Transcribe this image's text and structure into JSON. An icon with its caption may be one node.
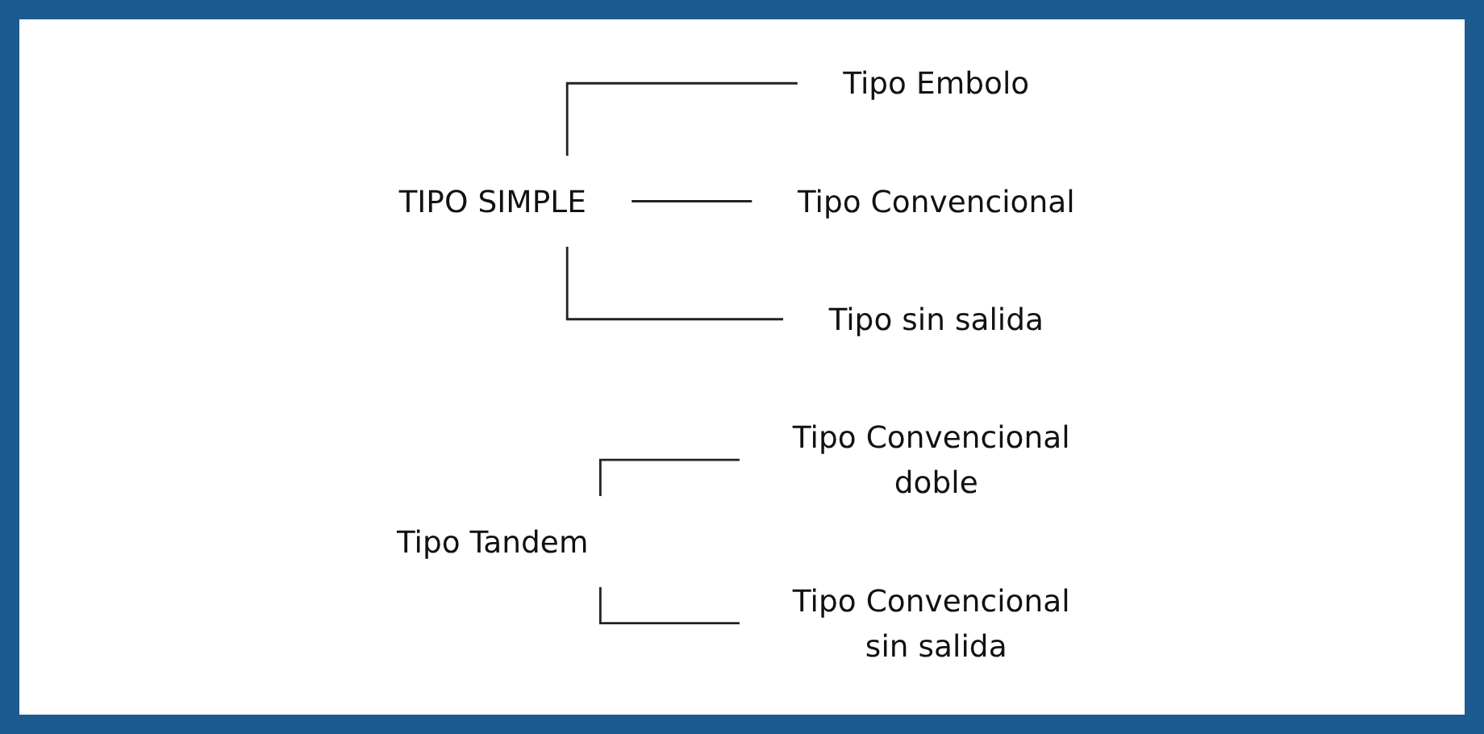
{
  "diagram": {
    "nodes": [
      {
        "text": [
          "TIPO SIMPLE"
        ]
      },
      {
        "text": [
          "Tipo Embolo"
        ]
      },
      {
        "text": [
          "Tipo Convencional"
        ]
      },
      {
        "text": [
          "Tipo sin salida"
        ]
      },
      {
        "text": [
          "Tipo Tandem"
        ]
      },
      {
        "text": [
          "Tipo Convencional doble"
        ]
      },
      {
        "text": [
          "Tipo Convencional sin salida"
        ]
      }
    ],
    "edges": [
      {
        "from": 0,
        "to": 1,
        "arrow": "none"
      },
      {
        "from": 0,
        "to": 2,
        "arrow": "none"
      },
      {
        "from": 0,
        "to": 3,
        "arrow": "none"
      },
      {
        "from": 4,
        "to": 5,
        "arrow": "none"
      },
      {
        "from": 4,
        "to": 6,
        "arrow": "none"
      }
    ]
  }
}
